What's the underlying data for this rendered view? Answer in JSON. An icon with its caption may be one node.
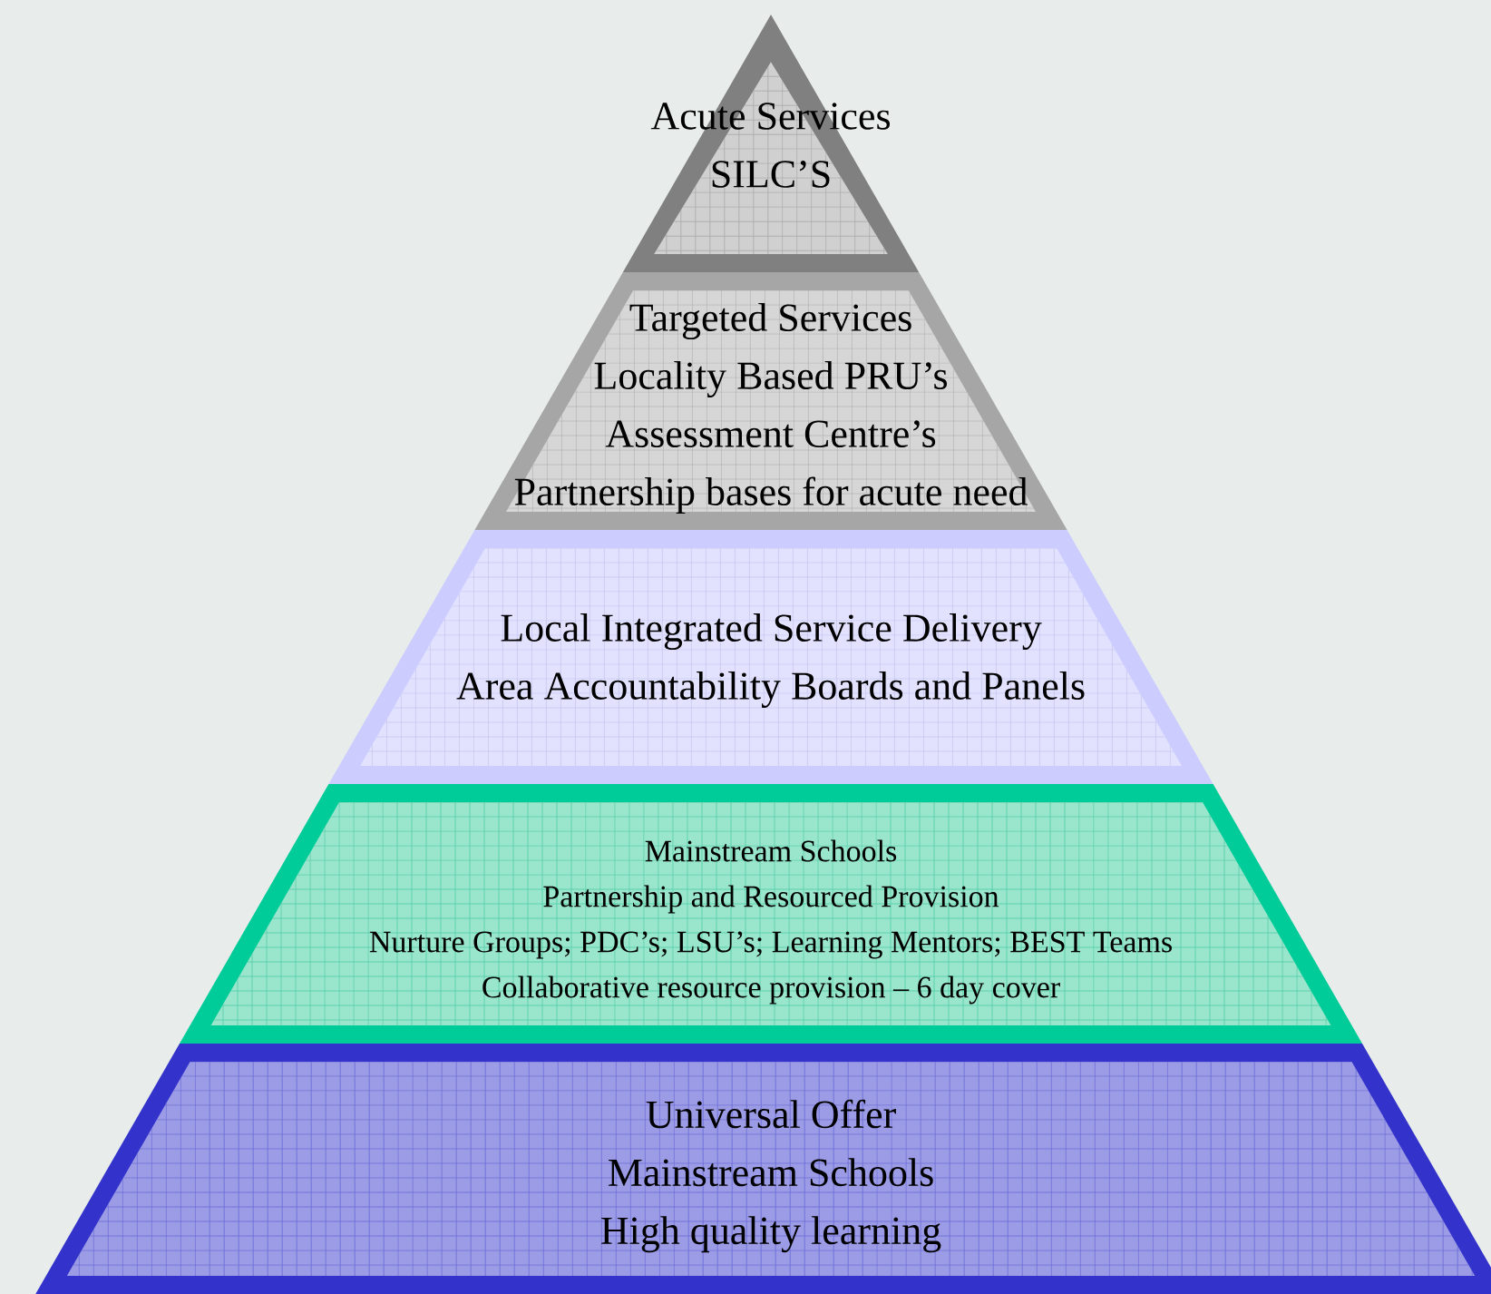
{
  "diagram": {
    "nodes": [
      {
        "text": [
          "Acute Services",
          "SILC’S"
        ]
      },
      {
        "text": [
          "Targeted Services",
          "Locality Based PRU’s",
          "Assessment Centre’s",
          "Partnership bases for acute need"
        ]
      },
      {
        "text": [
          "Local Integrated Service Delivery",
          "Area Accountability Boards and Panels"
        ]
      },
      {
        "text": [
          "Mainstream Schools",
          "Partnership and Resourced Provision",
          "Nurture Groups; PDC’s; LSU’s; Learning Mentors; BEST Teams",
          "Collaborative resource provision – 6 day cover"
        ]
      },
      {
        "text": [
          "Universal Offer",
          "Mainstream Schools",
          "High quality learning"
        ]
      }
    ]
  }
}
